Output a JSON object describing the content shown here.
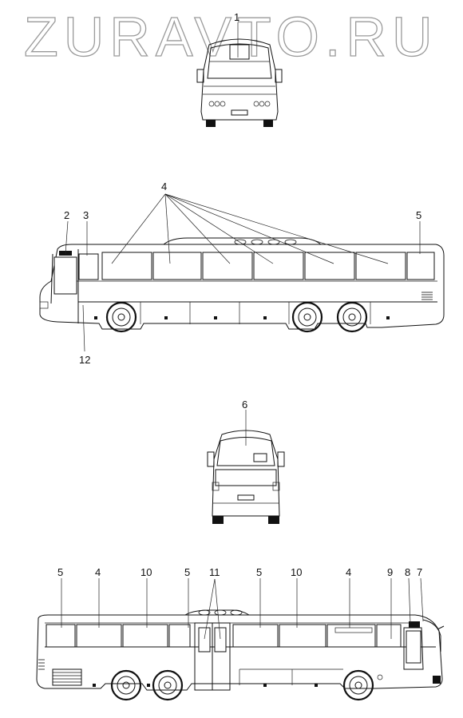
{
  "watermark": "ZURAVTO.RU",
  "callouts": [
    "1",
    "2",
    "3",
    "4",
    "5",
    "12",
    "6",
    "5",
    "4",
    "10",
    "5",
    "11",
    "5",
    "10",
    "4",
    "9",
    "8",
    "7"
  ]
}
